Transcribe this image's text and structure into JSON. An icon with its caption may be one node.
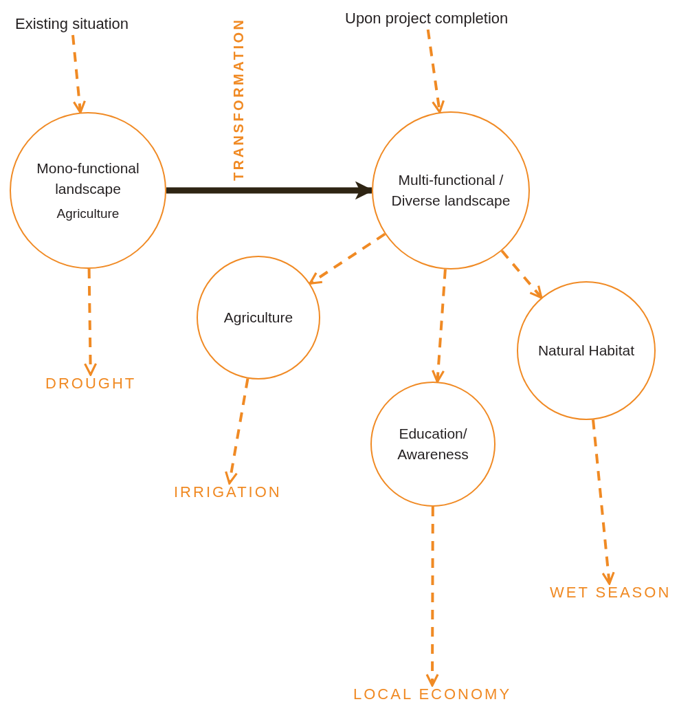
{
  "diagram": {
    "nodes": [
      {
        "text": [
          "Existing situation"
        ]
      },
      {
        "text": [
          "Mono-functional landscape",
          "Agriculture"
        ]
      },
      {
        "text": [
          "DROUGHT"
        ]
      },
      {
        "text": [
          "Upon project completion"
        ]
      },
      {
        "text": [
          "Multi-functional / Diverse landscape"
        ]
      },
      {
        "text": [
          "Agriculture"
        ]
      },
      {
        "text": [
          "Education/ Awareness"
        ]
      },
      {
        "text": [
          "Natural Habitat"
        ]
      },
      {
        "text": [
          "IRRIGATION"
        ]
      },
      {
        "text": [
          "LOCAL ECONOMY"
        ]
      },
      {
        "text": [
          "WET SEASON"
        ]
      }
    ],
    "edges": [
      {
        "from": 0,
        "to": 1,
        "arrow": "to",
        "style": "dashed"
      },
      {
        "from": 1,
        "to": 2,
        "arrow": "to",
        "style": "dashed"
      },
      {
        "from": 1,
        "to": 4,
        "arrow": "to",
        "label": "TRANSFORMATION",
        "style": "thick",
        "color": "#2e2413"
      },
      {
        "from": 3,
        "to": 4,
        "arrow": "to",
        "style": "dashed"
      },
      {
        "from": 4,
        "to": 5,
        "arrow": "to",
        "style": "dashed"
      },
      {
        "from": 4,
        "to": 6,
        "arrow": "to",
        "style": "dashed"
      },
      {
        "from": 4,
        "to": 7,
        "arrow": "to",
        "style": "dashed"
      },
      {
        "from": 5,
        "to": 8,
        "arrow": "to",
        "style": "dashed"
      },
      {
        "from": 6,
        "to": 9,
        "arrow": "to",
        "style": "dashed"
      },
      {
        "from": 7,
        "to": 10,
        "arrow": "to",
        "style": "dashed"
      }
    ]
  }
}
